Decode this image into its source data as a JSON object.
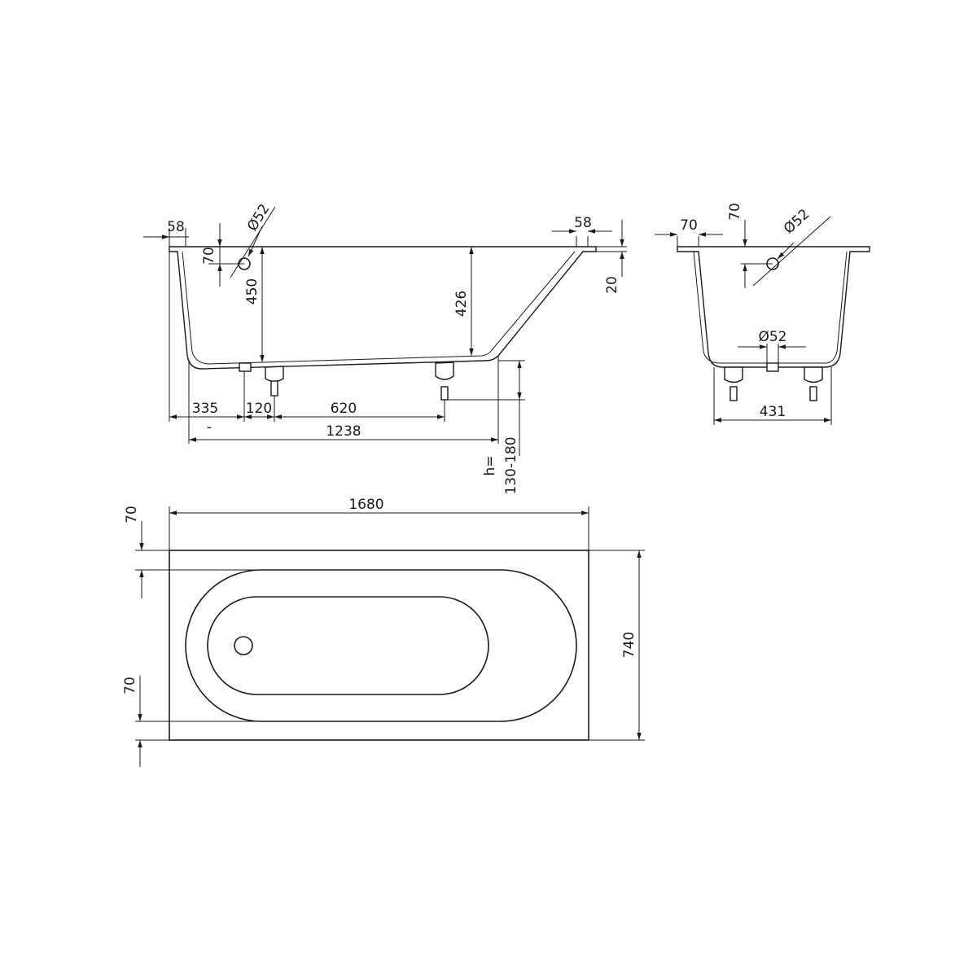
{
  "side_view": {
    "rim_left": "58",
    "overflow_offset": "70",
    "overflow_diameter": "Ø52",
    "overflow_height": "450",
    "depth": "426",
    "rim_right": "58",
    "rim_thickness": "20",
    "drain_offset": "335",
    "leg_offset": "120",
    "leg_spacing": "620",
    "inner_length": "1238",
    "leg_height_label": "h=",
    "leg_height_range": "130-180",
    "minus_sign": "-"
  },
  "end_view": {
    "rim_width": "70",
    "overflow_offset": "70",
    "overflow_diameter": "Ø52",
    "drain_diameter": "Ø52",
    "bottom_width": "431"
  },
  "plan_view": {
    "length": "1680",
    "width": "740",
    "top_rim": "70",
    "bottom_rim": "70"
  }
}
